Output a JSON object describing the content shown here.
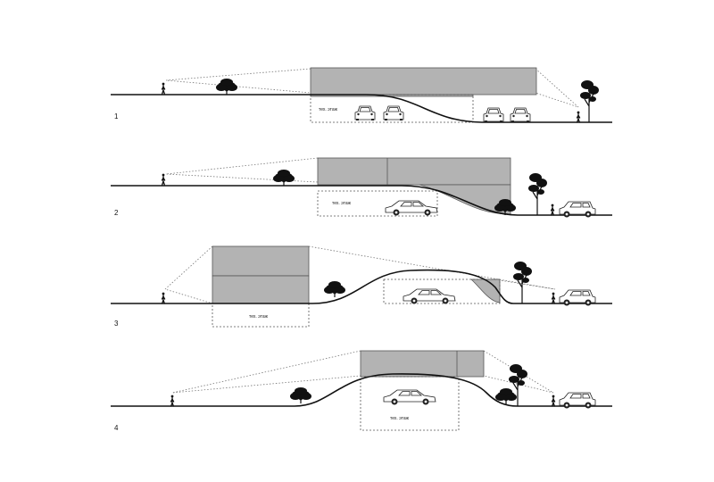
{
  "sections": [
    {
      "number": "1",
      "tech_floor_label": "тех. этаж"
    },
    {
      "number": "2",
      "tech_floor_label": "тех. этаж"
    },
    {
      "number": "3",
      "tech_floor_label": "тех. этаж"
    },
    {
      "number": "4",
      "tech_floor_label": "тех. этаж"
    }
  ],
  "colors": {
    "building": "#b3b3b3",
    "ground": "#111111",
    "sightline": "#777777"
  },
  "icons": [
    "person-icon",
    "tree-icon",
    "bush-icon",
    "car-icon"
  ]
}
